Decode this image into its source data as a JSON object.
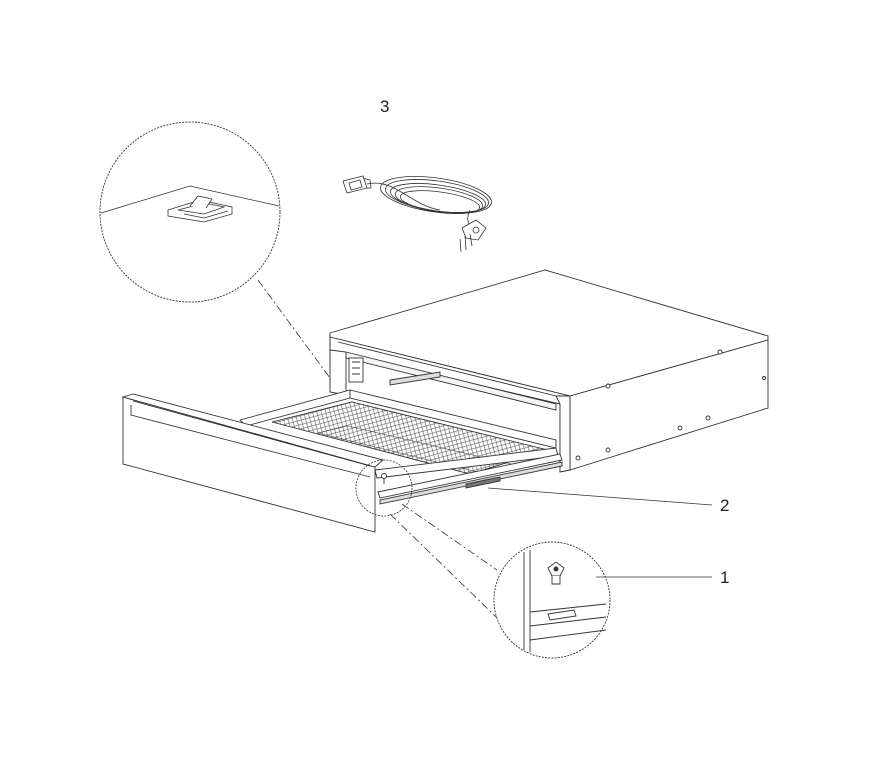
{
  "callouts": {
    "power_cord": "3",
    "runner_rail": "2",
    "fixing_screw": "1"
  },
  "colors": {
    "line": "#333333",
    "fill": "#ffffff",
    "mesh": "#555555"
  }
}
